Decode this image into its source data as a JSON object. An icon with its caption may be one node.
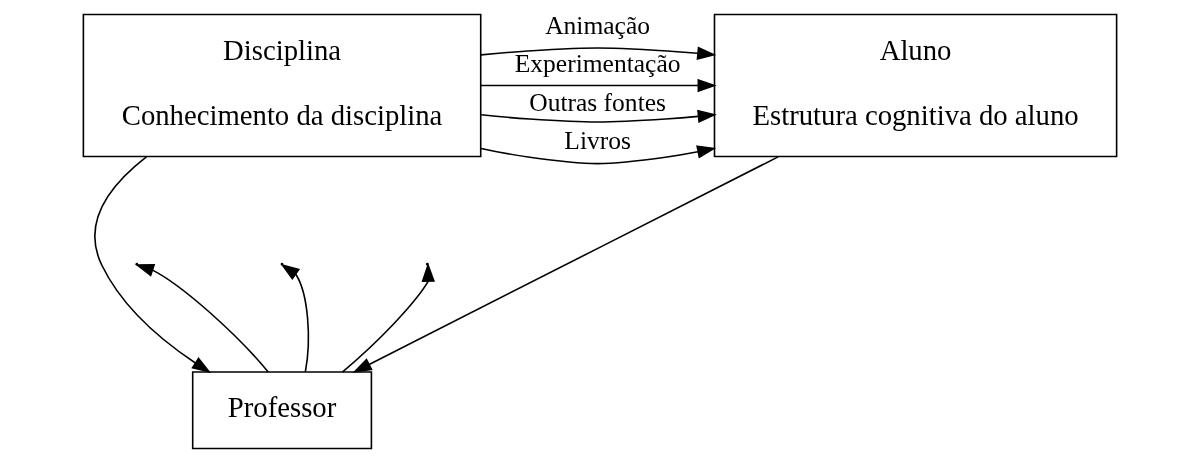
{
  "diagram": {
    "nodes": [
      {
        "text": [
          "Disciplina",
          "Conhecimento da disciplina"
        ]
      },
      {
        "text": [
          "Aluno",
          "Estrutura cognitiva do aluno"
        ]
      },
      {
        "text": [
          "Professor"
        ]
      }
    ],
    "edges": [
      {
        "from": 0,
        "to": 1,
        "arrow": "to",
        "label": "Livros"
      },
      {
        "from": 0,
        "to": 1,
        "arrow": "to",
        "label": "Experimentação"
      },
      {
        "from": 0,
        "to": 1,
        "arrow": "to",
        "label": "Animação"
      },
      {
        "from": 0,
        "to": 1,
        "arrow": "to",
        "label": "Outras fontes"
      },
      {
        "from": 2,
        "to": null,
        "arrow": "to"
      },
      {
        "from": 2,
        "to": null,
        "arrow": "to"
      },
      {
        "from": 2,
        "to": null,
        "arrow": "to"
      },
      {
        "from": 0,
        "to": 2,
        "arrow": "to"
      },
      {
        "from": 1,
        "to": 2,
        "arrow": "to"
      }
    ]
  }
}
